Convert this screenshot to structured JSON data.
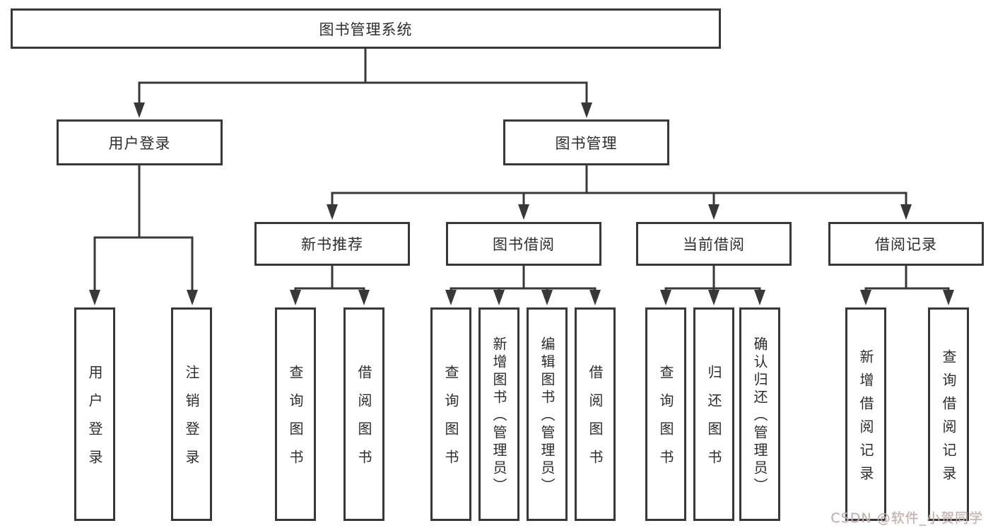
{
  "diagram": {
    "root": {
      "label": "图书管理系统"
    },
    "branches": [
      {
        "label": "用户登录",
        "children": [
          "用户登录",
          "注销登录"
        ]
      },
      {
        "label": "图书管理",
        "sections": [
          {
            "label": "新书推荐",
            "children": [
              "查询图书",
              "借阅图书"
            ]
          },
          {
            "label": "图书借阅",
            "children": [
              "查询图书",
              "新增图书（管理员）",
              "编辑图书（管理员）",
              "借阅图书"
            ]
          },
          {
            "label": "当前借阅",
            "children": [
              "查询图书",
              "归还图书",
              "确认归还（管理员）"
            ]
          },
          {
            "label": "借阅记录",
            "children": [
              "新增借阅记录",
              "查询借阅记录"
            ]
          }
        ]
      }
    ],
    "watermark": "CSDN @软件_小贺同学",
    "colors": {
      "line": "#383838",
      "text": "#2d2d2d",
      "watermark": "#b9b4b4",
      "background": "#ffffff"
    }
  }
}
